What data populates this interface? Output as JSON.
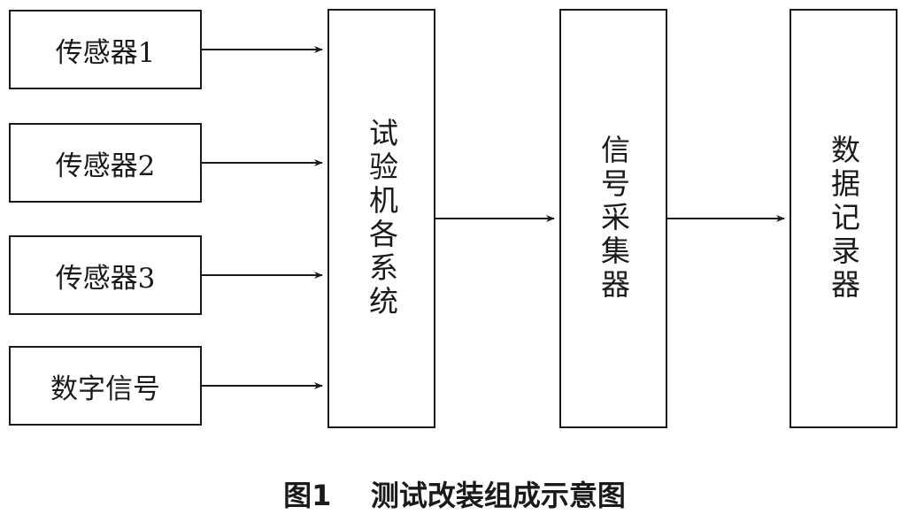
{
  "diagram": {
    "inputs": [
      {
        "label": "传感器1"
      },
      {
        "label": "传感器2"
      },
      {
        "label": "传感器3"
      },
      {
        "label": "数字信号"
      }
    ],
    "test_machine": {
      "label": "试验机各系统"
    },
    "acquisition": {
      "label": "信号采集器"
    },
    "recorder": {
      "label": "数据记录器"
    }
  },
  "caption": {
    "number": "图1",
    "text": "测试改装组成示意图"
  }
}
